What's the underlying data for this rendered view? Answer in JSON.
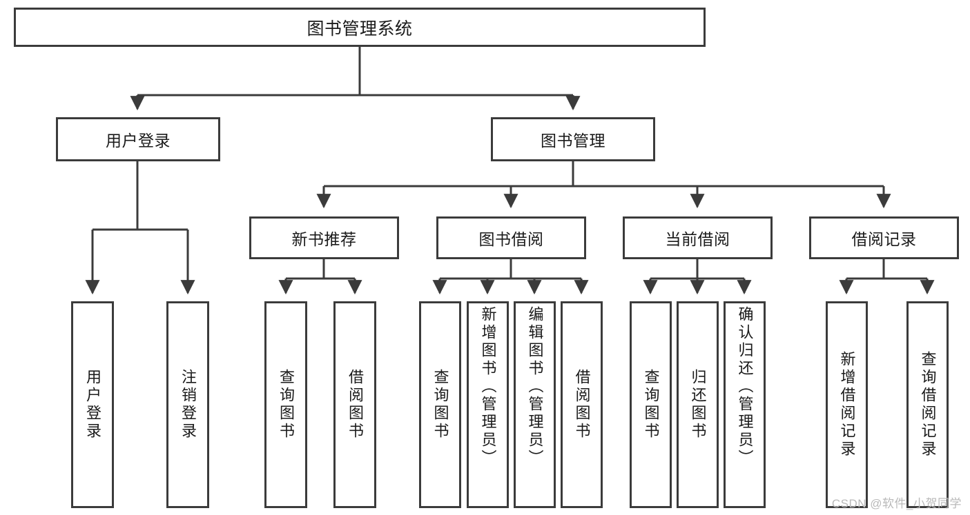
{
  "diagram": {
    "type": "tree-hierarchy-chart",
    "title": "图书管理系统",
    "watermark": "CSDN @软件_小贺同学",
    "colors": {
      "box_stroke": "#3b3b3b",
      "box_fill": "#ffffff",
      "text": "#1a1a1a",
      "watermark": "#b9b9b9",
      "background": "#ffffff"
    },
    "nodes": {
      "root": {
        "label": "图书管理系统",
        "level": 1,
        "orientation": "horizontal"
      },
      "user_login": {
        "label": "用户登录",
        "level": 2,
        "orientation": "horizontal"
      },
      "book_manage": {
        "label": "图书管理",
        "level": 2,
        "orientation": "horizontal"
      },
      "new_book_rec": {
        "label": "新书推荐",
        "level": 3,
        "orientation": "horizontal"
      },
      "book_borrow": {
        "label": "图书借阅",
        "level": 3,
        "orientation": "horizontal"
      },
      "current_borrow": {
        "label": "当前借阅",
        "level": 3,
        "orientation": "horizontal"
      },
      "borrow_record": {
        "label": "借阅记录",
        "level": 3,
        "orientation": "horizontal"
      },
      "leaf_user_login": {
        "label": "用户登录",
        "level": 4,
        "orientation": "vertical"
      },
      "leaf_logout": {
        "label": "注销登录",
        "level": 4,
        "orientation": "vertical"
      },
      "leaf_query_book_rec": {
        "label": "查询图书",
        "level": 4,
        "orientation": "vertical"
      },
      "leaf_borrow_book_rec": {
        "label": "借阅图书",
        "level": 4,
        "orientation": "vertical"
      },
      "leaf_query_book_borrow": {
        "label": "查询图书",
        "level": 4,
        "orientation": "vertical"
      },
      "leaf_add_book": {
        "label": "新增图书（管理员）",
        "level": 4,
        "orientation": "vertical"
      },
      "leaf_edit_book": {
        "label": "编辑图书（管理员）",
        "level": 4,
        "orientation": "vertical"
      },
      "leaf_borrow_book": {
        "label": "借阅图书",
        "level": 4,
        "orientation": "vertical"
      },
      "leaf_query_book_current": {
        "label": "查询图书",
        "level": 4,
        "orientation": "vertical"
      },
      "leaf_return_book": {
        "label": "归还图书",
        "level": 4,
        "orientation": "vertical"
      },
      "leaf_confirm_return": {
        "label": "确认归还（管理员）",
        "level": 4,
        "orientation": "vertical"
      },
      "leaf_add_record": {
        "label": "新增借阅记录",
        "level": 4,
        "orientation": "vertical"
      },
      "leaf_query_record": {
        "label": "查询借阅记录",
        "level": 4,
        "orientation": "vertical"
      }
    },
    "edges": [
      {
        "from": "root",
        "to": "user_login"
      },
      {
        "from": "root",
        "to": "book_manage"
      },
      {
        "from": "book_manage",
        "to": "new_book_rec"
      },
      {
        "from": "book_manage",
        "to": "book_borrow"
      },
      {
        "from": "book_manage",
        "to": "current_borrow"
      },
      {
        "from": "book_manage",
        "to": "borrow_record"
      },
      {
        "from": "user_login",
        "to": "leaf_user_login"
      },
      {
        "from": "user_login",
        "to": "leaf_logout"
      },
      {
        "from": "new_book_rec",
        "to": "leaf_query_book_rec"
      },
      {
        "from": "new_book_rec",
        "to": "leaf_borrow_book_rec"
      },
      {
        "from": "book_borrow",
        "to": "leaf_query_book_borrow"
      },
      {
        "from": "book_borrow",
        "to": "leaf_add_book"
      },
      {
        "from": "book_borrow",
        "to": "leaf_edit_book"
      },
      {
        "from": "book_borrow",
        "to": "leaf_borrow_book"
      },
      {
        "from": "current_borrow",
        "to": "leaf_query_book_current"
      },
      {
        "from": "current_borrow",
        "to": "leaf_return_book"
      },
      {
        "from": "current_borrow",
        "to": "leaf_confirm_return"
      },
      {
        "from": "borrow_record",
        "to": "leaf_add_record"
      },
      {
        "from": "borrow_record",
        "to": "leaf_query_record"
      }
    ]
  }
}
